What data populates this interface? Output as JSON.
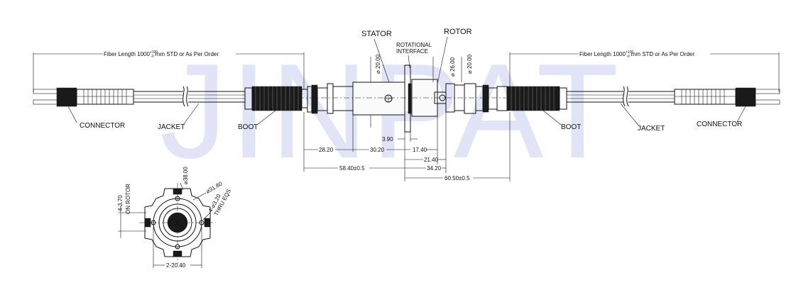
{
  "watermark": "JINPAT",
  "fiber_length_label_left": "Fiber Length 1000",
  "fiber_length_tol_upper": "+100",
  "fiber_length_tol_lower": "-0",
  "fiber_length_suffix": "mm STD or As Per Order",
  "labels": {
    "stator": "STATOR",
    "rotational_interface_line1": "ROTATIONAL",
    "rotational_interface_line2": "INTERFACE",
    "rotor": "ROTOR",
    "connector_left": "CONNECTOR",
    "jacket_left": "JACKET",
    "boot_left": "BOOT",
    "boot_right": "BOOT",
    "jacket_right": "JACKET",
    "connector_right": "CONNECTOR"
  },
  "dimensions": {
    "dia_stator": "⌀ 20.00",
    "dia_flange": "⌀ 26.00",
    "dia_rotor": "⌀ 20.00",
    "d_3_90": "3.90",
    "d_28_20": "28.20",
    "d_30_20": "30.20",
    "d_17_40": "17.40",
    "d_21_40": "21.40",
    "d_34_20": "34.20",
    "d_58_40": "58.40±0.5",
    "d_60_50": "60.50±0.5"
  },
  "end_view": {
    "dia_38": "⌀38.00",
    "dia_31_80": "⌀31.80",
    "holes_line1": "4-⌀3.20",
    "holes_line2": "THRU EQS",
    "on_rotor_line1": "4-3.70",
    "on_rotor_line2": "ON ROTOR",
    "spacing": "2-20.40"
  }
}
